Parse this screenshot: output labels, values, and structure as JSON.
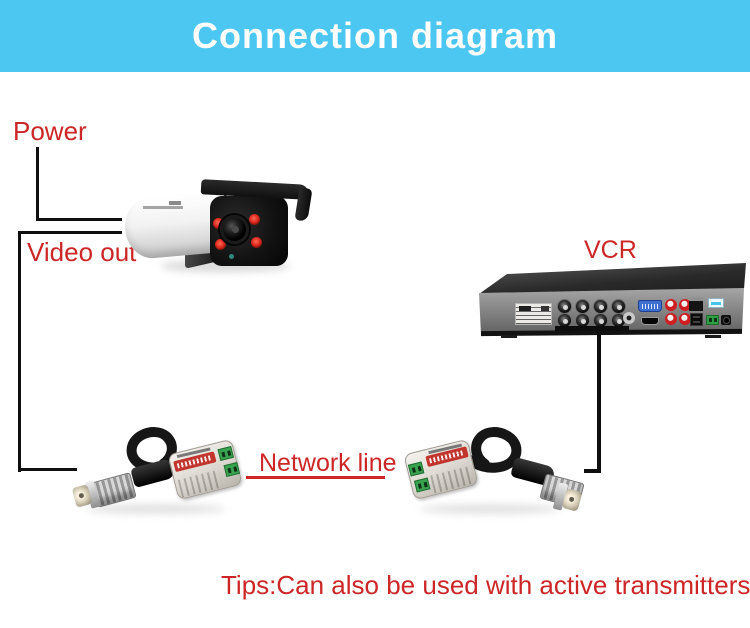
{
  "header": {
    "title": "Connection diagram",
    "background": "#4cc7f2",
    "text_color": "#ffffff"
  },
  "labels": {
    "power": "Power",
    "video_out": "Video out",
    "vcr": "VCR",
    "network_line": "Network line",
    "tips": "Tips:Can also be used with active transmitters",
    "color": "#cd2627"
  },
  "lines": {
    "color": "#0f0f0f",
    "network_underline_color": "#cd2627"
  },
  "icons": {
    "camera": "bullet-security-camera-photo",
    "recorder": "dvr-rear-panel-photo",
    "balun_left": "bnc-video-balun-photo",
    "balun_right": "bnc-video-balun-photo"
  },
  "device_colors": {
    "camera_ir_led": "#e02a1f",
    "dvr_chassis": "#7e7e7e",
    "balun_body": "#dcd8d1",
    "balun_terminal_green": "#3aa34f",
    "balun_label_red": "#c2342e"
  }
}
